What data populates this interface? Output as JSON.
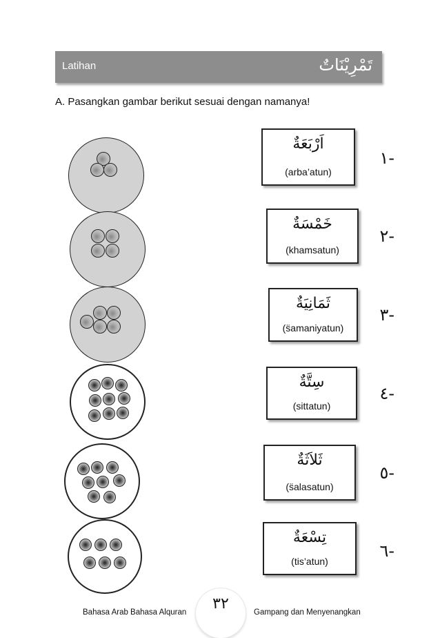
{
  "header": {
    "left_label": "Latihan",
    "right_label": "تَمْرِيْنَاتٌ"
  },
  "instruction": "A. Pasangkan gambar berikut sesuai dengan namanya!",
  "items": [
    {
      "number": "-١",
      "arabic": "اَرْبَعَةٌ",
      "latin": "(arba’atun)"
    },
    {
      "number": "-٢",
      "arabic": "خَمْسَةٌ",
      "latin": "(khamsatun)"
    },
    {
      "number": "-٣",
      "arabic": "ثَمَانِيَةٌ",
      "latin": "(s̈amaniyatun)"
    },
    {
      "number": "-٤",
      "arabic": "سِتَّةٌ",
      "latin": "(sittatun)"
    },
    {
      "number": "-٥",
      "arabic": "ثَلاَثَةٌ",
      "latin": "(s̈alasatun)"
    },
    {
      "number": "-٦",
      "arabic": "تِسْعَةٌ",
      "latin": "(tis’atun)"
    }
  ],
  "groups": [
    {
      "count": 3,
      "style": "grey-filled"
    },
    {
      "count": 4,
      "style": "grey-filled"
    },
    {
      "count": 5,
      "style": "grey-filled"
    },
    {
      "count": 9,
      "style": "white-dotted"
    },
    {
      "count": 8,
      "style": "white-dotted"
    },
    {
      "count": 6,
      "style": "white-dotted"
    }
  ],
  "footer": {
    "left": "Bahasa Arab Bahasa Alquran",
    "page_number": "٣٢",
    "right": "Gampang dan Menyenangkan"
  }
}
